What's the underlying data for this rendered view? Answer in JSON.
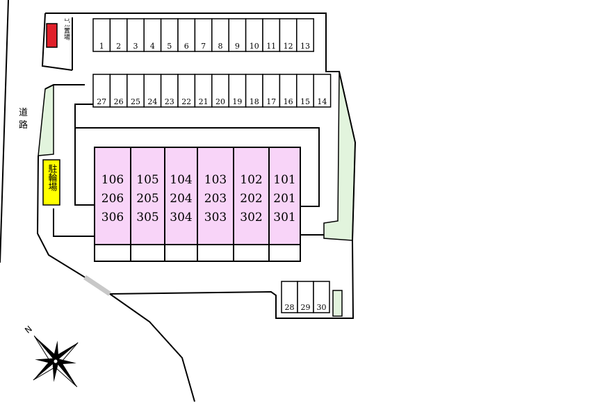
{
  "labels": {
    "road": "道路",
    "garbage": "ｺﾞﾐ置場",
    "bicycle": "駐輪場",
    "north": "N"
  },
  "parking": {
    "row_top": [
      "1",
      "2",
      "3",
      "4",
      "5",
      "6",
      "7",
      "8",
      "9",
      "10",
      "11",
      "12",
      "13"
    ],
    "row_middle": [
      "27",
      "26",
      "25",
      "24",
      "23",
      "22",
      "21",
      "20",
      "19",
      "18",
      "17",
      "16",
      "15",
      "14"
    ],
    "row_bottom": [
      "28",
      "29",
      "30"
    ]
  },
  "building": {
    "columns": [
      {
        "units": [
          "106",
          "206",
          "306"
        ]
      },
      {
        "units": [
          "105",
          "205",
          "305"
        ]
      },
      {
        "units": [
          "104",
          "204",
          "304"
        ]
      },
      {
        "units": [
          "103",
          "203",
          "303"
        ]
      },
      {
        "units": [
          "102",
          "202",
          "302"
        ]
      },
      {
        "units": [
          "101",
          "201",
          "301"
        ]
      }
    ]
  },
  "colors": {
    "building_fill": "#f8d4f8",
    "green_area": "#e2f4dd",
    "garbage_box": "#e0202a",
    "bicycle_box": "#ffff00",
    "gate": "#c8c8c8"
  }
}
